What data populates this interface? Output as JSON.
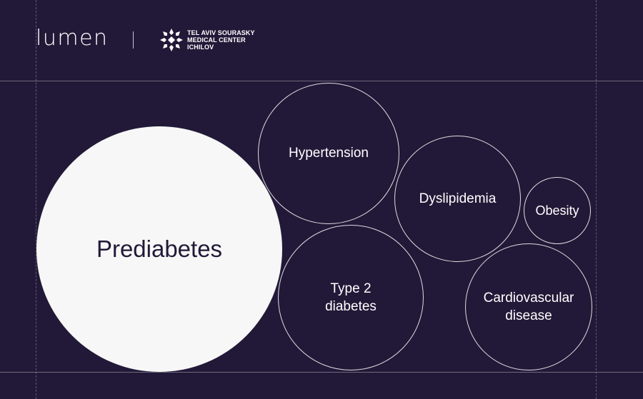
{
  "colors": {
    "background": "#221938",
    "primary_bubble_fill": "#f7f7f7",
    "outline": "#ffffff"
  },
  "header": {
    "brand": "lumen",
    "partner_lines": [
      "TEL AVIV SOURASKY",
      "MEDICAL CENTER",
      "ICHILOV"
    ],
    "partner_icon": "star-emblem-icon"
  },
  "bubbles": {
    "prediabetes": "Prediabetes",
    "hypertension": "Hypertension",
    "type2": "Type 2\ndiabetes",
    "dyslipidemia": "Dyslipidemia",
    "obesity": "Obesity",
    "cardiovascular": "Cardiovascular\ndisease"
  }
}
